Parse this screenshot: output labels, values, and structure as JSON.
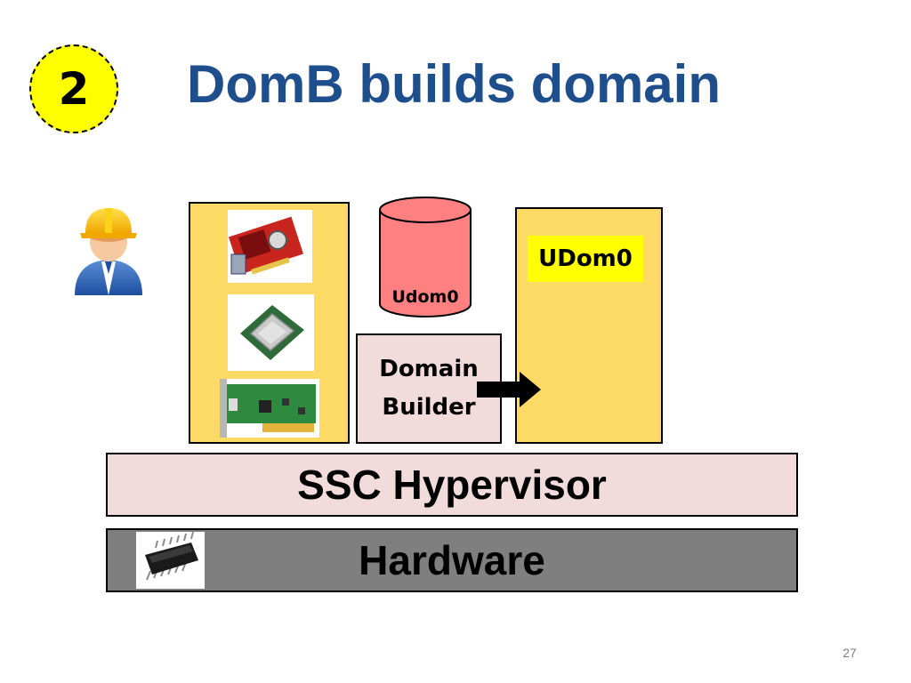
{
  "slide": {
    "step_number": "2",
    "title": "DomB builds domain",
    "page_number": "27"
  },
  "diagram": {
    "disk_label": "Udom0",
    "domain_builder_line1": "Domain",
    "domain_builder_line2": "Builder",
    "new_domain_label": "UDom0",
    "hypervisor_label": "SSC Hypervisor",
    "hardware_label": "Hardware"
  },
  "colors": {
    "title": "#1f4e8c",
    "badge": "#ffff00",
    "domain_box": "#fdd966",
    "disk": "#ff8080",
    "hypervisor": "#f2dcdb",
    "hardware": "#7f7f7f"
  },
  "icons": [
    "worker-icon",
    "graphics-card-icon",
    "cpu-icon",
    "network-card-icon",
    "disk-cylinder-icon",
    "arrow-right-icon",
    "microchip-icon"
  ]
}
